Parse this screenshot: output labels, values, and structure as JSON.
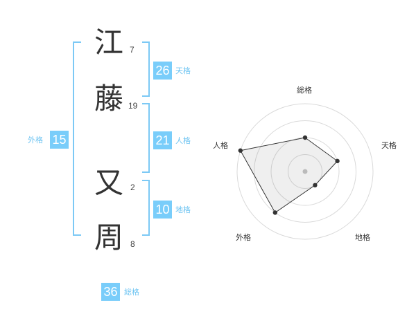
{
  "colors": {
    "accent": "#79cdfa",
    "accent_text": "#6ec4f2",
    "bracket": "#7cc9f5"
  },
  "name": {
    "chars": [
      {
        "char": "江",
        "strokes": "7"
      },
      {
        "char": "藤",
        "strokes": "19"
      },
      {
        "char": "又",
        "strokes": "2"
      },
      {
        "char": "周",
        "strokes": "8"
      }
    ]
  },
  "fortune": {
    "tenkaku": {
      "value": "26",
      "label": "天格"
    },
    "jinkaku": {
      "value": "21",
      "label": "人格"
    },
    "chikaku": {
      "value": "10",
      "label": "地格"
    },
    "gaikaku": {
      "value": "15",
      "label": "外格"
    },
    "soukaku": {
      "value": "36",
      "label": "総格"
    }
  },
  "radar": {
    "axes": [
      "総格",
      "天格",
      "地格",
      "外格",
      "人格"
    ],
    "levels": 4,
    "values": [
      2,
      2,
      1,
      3,
      4
    ],
    "max": 4
  }
}
